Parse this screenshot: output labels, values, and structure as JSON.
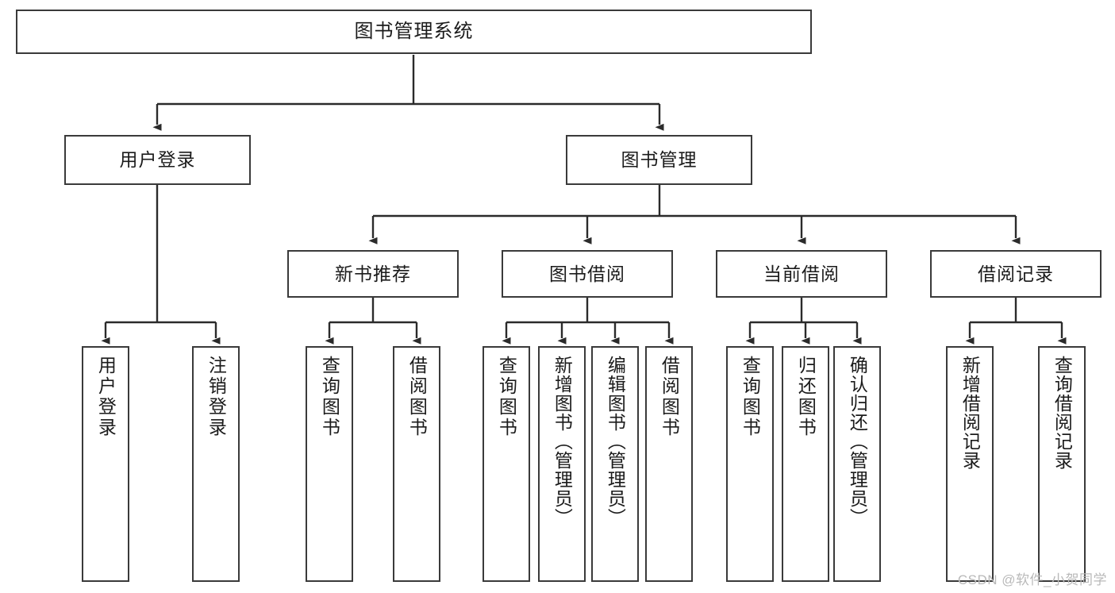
{
  "diagram": {
    "title": "图书管理系统",
    "type": "tree",
    "watermark": "CSDN @软件_小贺同学",
    "colors": {
      "box_border": "#3a3a3a",
      "box_fill": "#ffffff",
      "connector": "#2b2b2b",
      "text": "#1b1b1b",
      "watermark": "#b9b9b9",
      "background": "#ffffff"
    },
    "nodes": {
      "root": {
        "label": "图书管理系统"
      },
      "level2": [
        {
          "id": "user-login",
          "label": "用户登录"
        },
        {
          "id": "book-manage",
          "label": "图书管理"
        }
      ],
      "level3": [
        {
          "id": "new-book-recommend",
          "label": "新书推荐"
        },
        {
          "id": "book-borrow",
          "label": "图书借阅"
        },
        {
          "id": "current-borrow",
          "label": "当前借阅"
        },
        {
          "id": "borrow-record",
          "label": "借阅记录"
        }
      ],
      "leaves": {
        "user-login": [
          {
            "id": "leaf-user-login",
            "label": "用户登录"
          },
          {
            "id": "leaf-logout-login",
            "label": "注销登录"
          }
        ],
        "new-book-recommend": [
          {
            "id": "leaf-query-book-1",
            "label": "查询图书"
          },
          {
            "id": "leaf-borrow-book-1",
            "label": "借阅图书"
          }
        ],
        "book-borrow": [
          {
            "id": "leaf-query-book-2",
            "label": "查询图书"
          },
          {
            "id": "leaf-add-book",
            "label": "新增图书（管理员）"
          },
          {
            "id": "leaf-edit-book",
            "label": "编辑图书（管理员）"
          },
          {
            "id": "leaf-borrow-book-2",
            "label": "借阅图书"
          }
        ],
        "current-borrow": [
          {
            "id": "leaf-query-book-3",
            "label": "查询图书"
          },
          {
            "id": "leaf-return-book",
            "label": "归还图书"
          },
          {
            "id": "leaf-confirm-return",
            "label": "确认归还（管理员）"
          }
        ],
        "borrow-record": [
          {
            "id": "leaf-add-record",
            "label": "新增借阅记录"
          },
          {
            "id": "leaf-query-record",
            "label": "查询借阅记录"
          }
        ]
      }
    }
  }
}
